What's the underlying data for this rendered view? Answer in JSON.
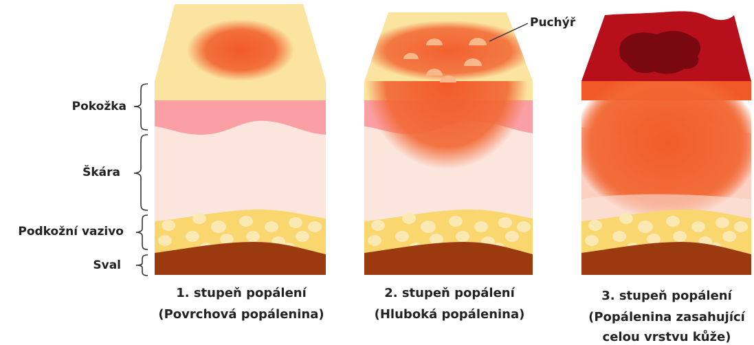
{
  "labels": {
    "epidermis": "Pokožka",
    "dermis": "Škára",
    "subcutis": "Podkožní vazivo",
    "muscle": "Sval",
    "blister": "Puchýř"
  },
  "panels": [
    {
      "caption_line1": "1. stupeň popálení",
      "caption_line2": "(Povrchová popálenina)",
      "caption_line3": ""
    },
    {
      "caption_line1": "2. stupeň popálení",
      "caption_line2": "(Hluboká popálenina)",
      "caption_line3": ""
    },
    {
      "caption_line1": "3. stupeň popálení",
      "caption_line2": "(Popálenina zasahující",
      "caption_line3": "celou vrstvu kůže)"
    }
  ],
  "colors": {
    "skin_surface": "#fbe3a0",
    "epidermis": "#fa9fa3",
    "dermis": "#fbe5dc",
    "fat": "#f9d66e",
    "fat_globule": "#fbe9b4",
    "muscle": "#9a3a0e",
    "burn": "#f26a36",
    "blister": "#f7b98c",
    "char": "#b8101a",
    "char_dark": "#7a0810"
  }
}
